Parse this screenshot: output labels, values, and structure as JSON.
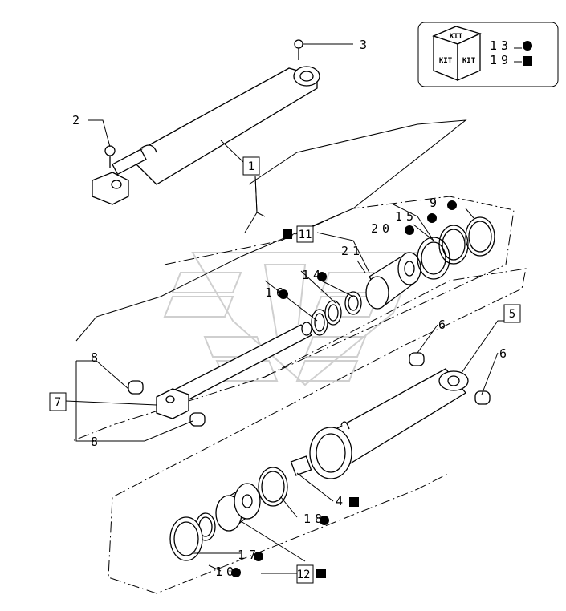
{
  "legend": {
    "kit_word": "KIT",
    "round_kit_ref": "13",
    "square_kit_ref": "19"
  },
  "callouts": {
    "c1": "1",
    "c2": "2",
    "c3": "3",
    "c4": "4",
    "c5": "5",
    "c6a": "6",
    "c6b": "6",
    "c7": "7",
    "c8a": "8",
    "c8b": "8",
    "c9": "9",
    "c10": "10",
    "c11": "11",
    "c12": "12",
    "c14": "14",
    "c15": "15",
    "c16": "16",
    "c17": "17",
    "c18": "18",
    "c20": "20",
    "c21": "21"
  },
  "colors": {
    "line": "#000000",
    "watermark": "#cccccc",
    "background": "#ffffff"
  }
}
